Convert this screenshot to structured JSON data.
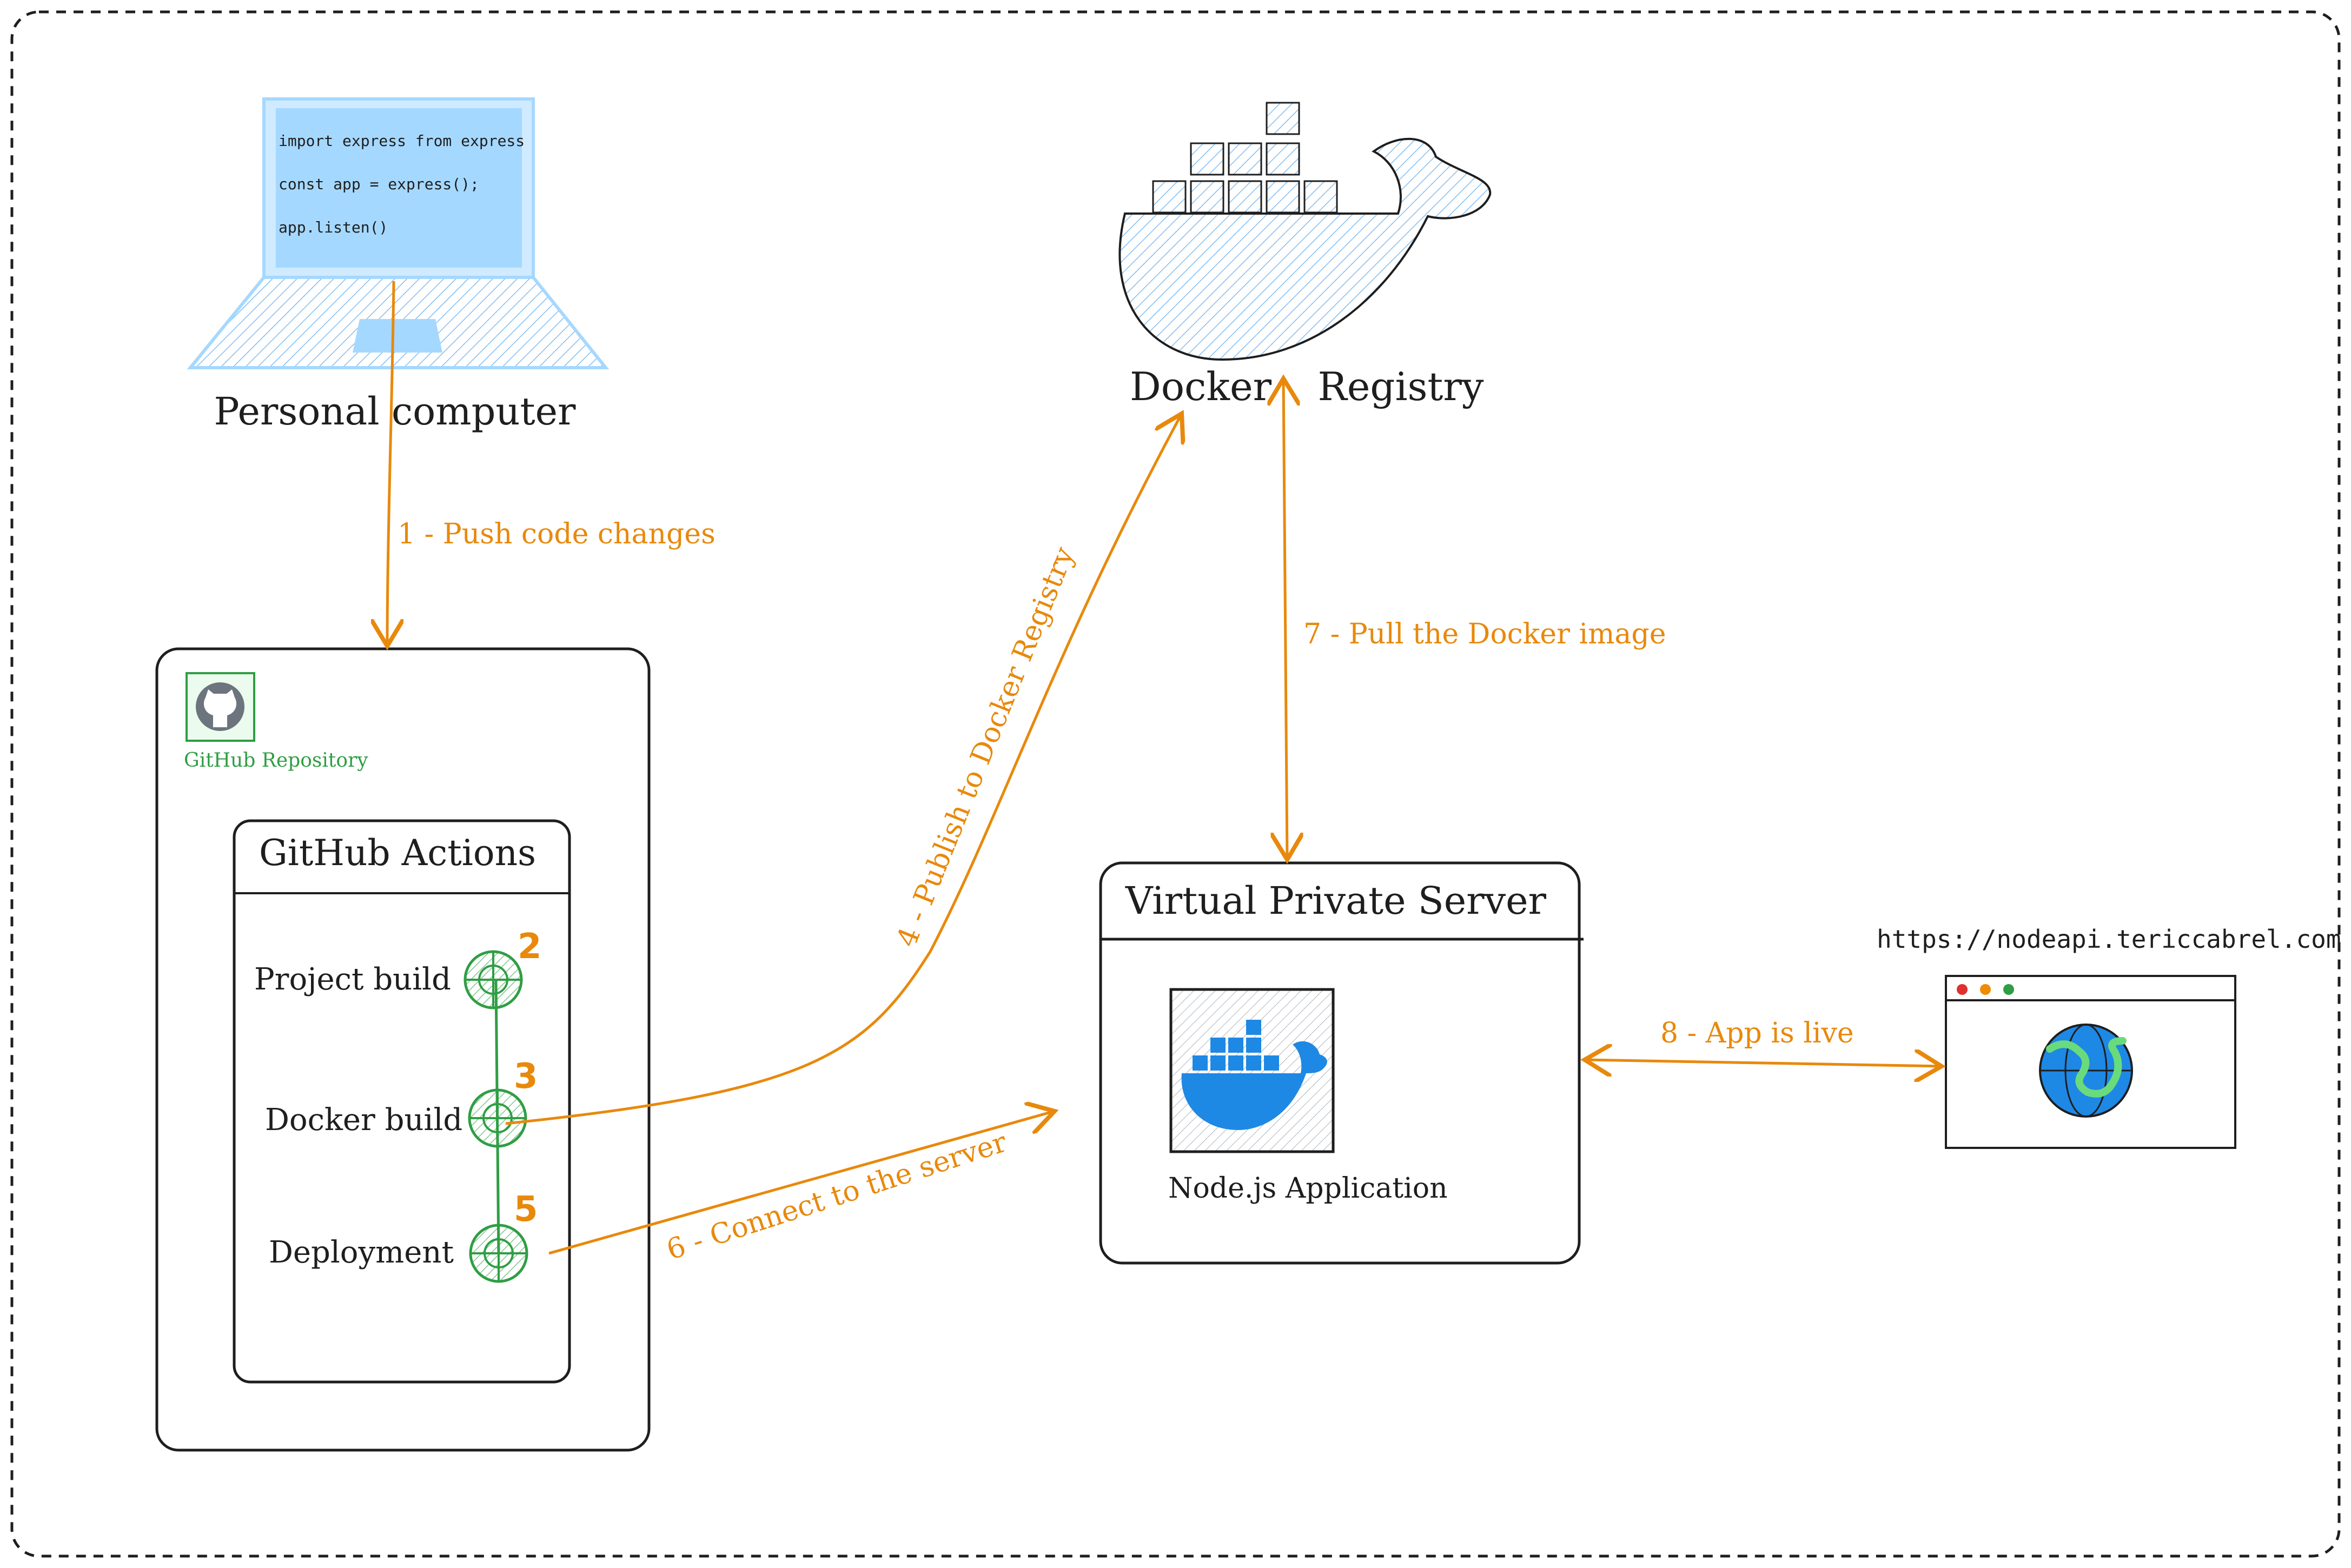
{
  "laptop": {
    "code_lines": [
      "import express from express",
      "const app = express();",
      "app.listen()"
    ],
    "label": "Personal computer"
  },
  "registry": {
    "label_left": "Docker",
    "label_right": "Registry"
  },
  "repo": {
    "label": "GitHub Repository"
  },
  "actions": {
    "title": "GitHub Actions",
    "steps": [
      {
        "label": "Project build",
        "number": "2"
      },
      {
        "label": "Docker build",
        "number": "3"
      },
      {
        "label": "Deployment",
        "number": "5"
      }
    ]
  },
  "vps": {
    "title": "Virtual Private Server",
    "app_label": "Node.js Application"
  },
  "browser": {
    "url": "https://nodeapi.tericcabrel.com"
  },
  "arrows": {
    "push": "1 - Push code changes",
    "publish": "4 - Publish to Docker Registry",
    "connect": "6 - Connect to the server",
    "pull": "7 - Pull the Docker image",
    "live": "8 - App is live"
  },
  "colors": {
    "accent": "#e8890c",
    "green": "#2f9e44",
    "blue": "#1e88e5",
    "screen": "#a5d8ff",
    "ink": "#1e1e1e"
  }
}
